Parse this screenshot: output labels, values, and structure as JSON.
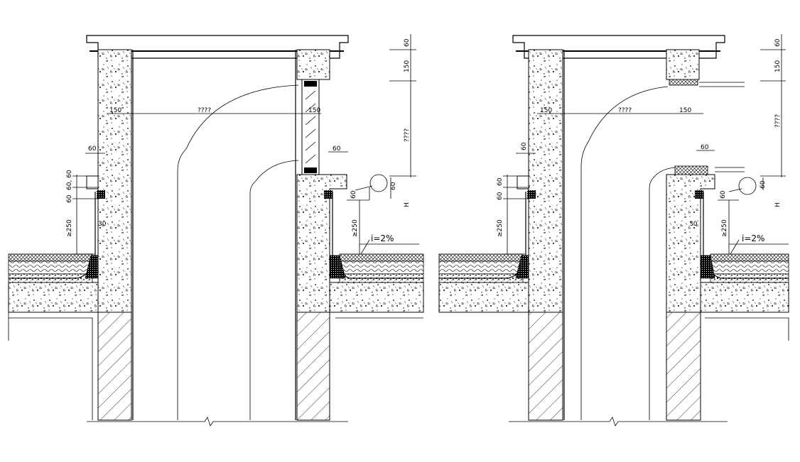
{
  "drawing": {
    "left_detail": {
      "dims": {
        "top_60": "60",
        "top_150": "150",
        "left_150": "150",
        "center_span": "????",
        "right_150": "150",
        "side_height": "????",
        "lip_60_left": "60",
        "lip_60_right": "60",
        "left_60_60": "60, 60",
        "left_60": "60",
        "left_ge250": "≥250",
        "right_60a": "60",
        "right_60b": "60",
        "right_ge250": "≥250",
        "right_H": "H",
        "small_30": "30"
      },
      "slope": "i=2%"
    },
    "right_detail": {
      "dims": {
        "top_60": "60",
        "top_150": "150",
        "left_150": "150",
        "center_span": "????",
        "right_150": "150",
        "side_height": "????",
        "lip_60_left": "60",
        "lip_60_right": "60",
        "left_60": "60",
        "left_60b": "60",
        "left_ge250": "≥250",
        "right_60": "60",
        "right_60b": "60",
        "right_ge250": "≥250",
        "right_H": "H",
        "small_30": "30"
      },
      "slope": "i=2%"
    }
  }
}
